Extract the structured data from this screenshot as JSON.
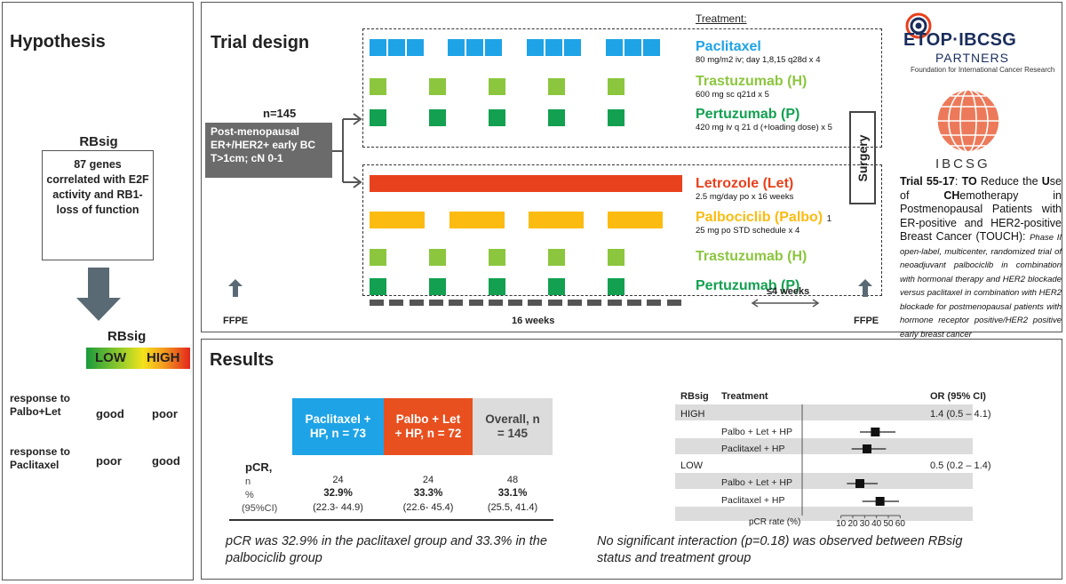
{
  "hypothesis": {
    "title": "Hypothesis",
    "rbsig_label": "RBsig",
    "rbsig_desc": "87 genes correlated with E2F activity and RB1-loss of function",
    "scale_label": "RBsig",
    "low": "LOW",
    "high": "HIGH",
    "rows": [
      {
        "label": "response to Palbo+Let",
        "low": "good",
        "high": "poor"
      },
      {
        "label": "response to Paclitaxel",
        "low": "poor",
        "high": "good"
      }
    ]
  },
  "trial": {
    "title": "Trial design",
    "n": "n=145",
    "population": "Post-menopausal ER+/HER2+ early BC T>1cm; cN 0-1",
    "treatment_header": "Treatment:",
    "surgery": "Surgery",
    "ffpe_left": "FFPE",
    "ffpe_right": "FFPE",
    "weeks16": "16 weeks",
    "weeks4": "≤4 weeks",
    "arm1": [
      {
        "name": "Paclitaxel",
        "dose": "80 mg/m2 iv; day 1,8,15 q28d x 4",
        "color": "#1ea3e6"
      },
      {
        "name": "Trastuzumab (H)",
        "dose": "600 mg sc q21d x 5",
        "color": "#8cc63f"
      },
      {
        "name": "Pertuzumab (P)",
        "dose": "420 mg iv q 21 d (+loading dose) x 5",
        "color": "#13a050"
      }
    ],
    "arm2": [
      {
        "name": "Letrozole (Let)",
        "dose": "2.5 mg/day po x 16 weeks",
        "color": "#e8411d"
      },
      {
        "name": "Palbociclib (Palbo)",
        "sup": "1",
        "dose": "25 mg po STD schedule  x 4",
        "color": "#fbbb10"
      },
      {
        "name": "Trastuzumab (H)",
        "dose": "",
        "color": "#8cc63f"
      },
      {
        "name": "Pertuzumab (P)",
        "dose": "",
        "color": "#13a050"
      }
    ]
  },
  "logos": {
    "etop": "ETOP·IBCSG",
    "partners": "PARTNERS",
    "foundation": "Foundation for International Cancer Research",
    "ibcsg": "IBCSG"
  },
  "trial_desc": {
    "t1": "Trial 55-17",
    "t2": ": ",
    "to": "TO",
    "t3": " Reduce the ",
    "u": "U",
    "t4": "se of ",
    "ch": "CH",
    "t5": "emotherapy in Postmenopausal Patients with ER-positive and HER2-positive Breast Cancer (TOUCH): ",
    "italic": "Phase II open-label, multicenter, randomized trial of neoadjuvant palbociclib in combination with hormonal therapy and HER2 blockade versus paclitaxel in combination with HER2 blockade for postmenopausal patients with hormone receptor positive/HER2 positive early breast cancer"
  },
  "results": {
    "title": "Results",
    "col1": "Paclitaxel + HP, n = 73",
    "col2": "Palbo + Let + HP, n = 72",
    "col3": "Overall, n = 145",
    "pcr": "pCR,",
    "row_n": "n",
    "row_pct": "%",
    "row_ci": "(95%CI)",
    "n": [
      "24",
      "24",
      "48"
    ],
    "pct": [
      "32.9%",
      "33.3%",
      "33.1%"
    ],
    "ci": [
      "(22.3- 44.9)",
      "(22.6- 45.4)",
      "(25.5, 41.4)"
    ],
    "note1": "pCR was 32.9% in the paclitaxel group and 33.3% in the palbociclib group",
    "note2": "No significant interaction (p=0.18) was observed between RBsig status and treatment group"
  },
  "forest": {
    "h_rbsig": "RBsig",
    "h_treat": "Treatment",
    "h_or": "OR (95% CI)",
    "xlabel": "pCR rate (%)",
    "ticks": [
      "10",
      "20",
      "30",
      "40",
      "50",
      "60"
    ],
    "groups": [
      {
        "label": "HIGH",
        "or": "1.4 (0.5 – 4.1)"
      },
      {
        "label": "LOW",
        "or": "0.5 (0.2 – 1.4)"
      }
    ]
  },
  "chart_data": {
    "type": "scatter",
    "xlabel": "pCR rate (%)",
    "xlim": [
      5,
      65
    ],
    "series": [
      {
        "group": "HIGH",
        "treatment": "Palbo + Let + HP",
        "point": 39,
        "low": 26,
        "high": 56
      },
      {
        "group": "HIGH",
        "treatment": "Paclitaxel + HP",
        "point": 32,
        "low": 19,
        "high": 48
      },
      {
        "group": "LOW",
        "treatment": "Palbo + Let + HP",
        "point": 26,
        "low": 15,
        "high": 41
      },
      {
        "group": "LOW",
        "treatment": "Paclitaxel + HP",
        "point": 43,
        "low": 28,
        "high": 59
      }
    ]
  }
}
